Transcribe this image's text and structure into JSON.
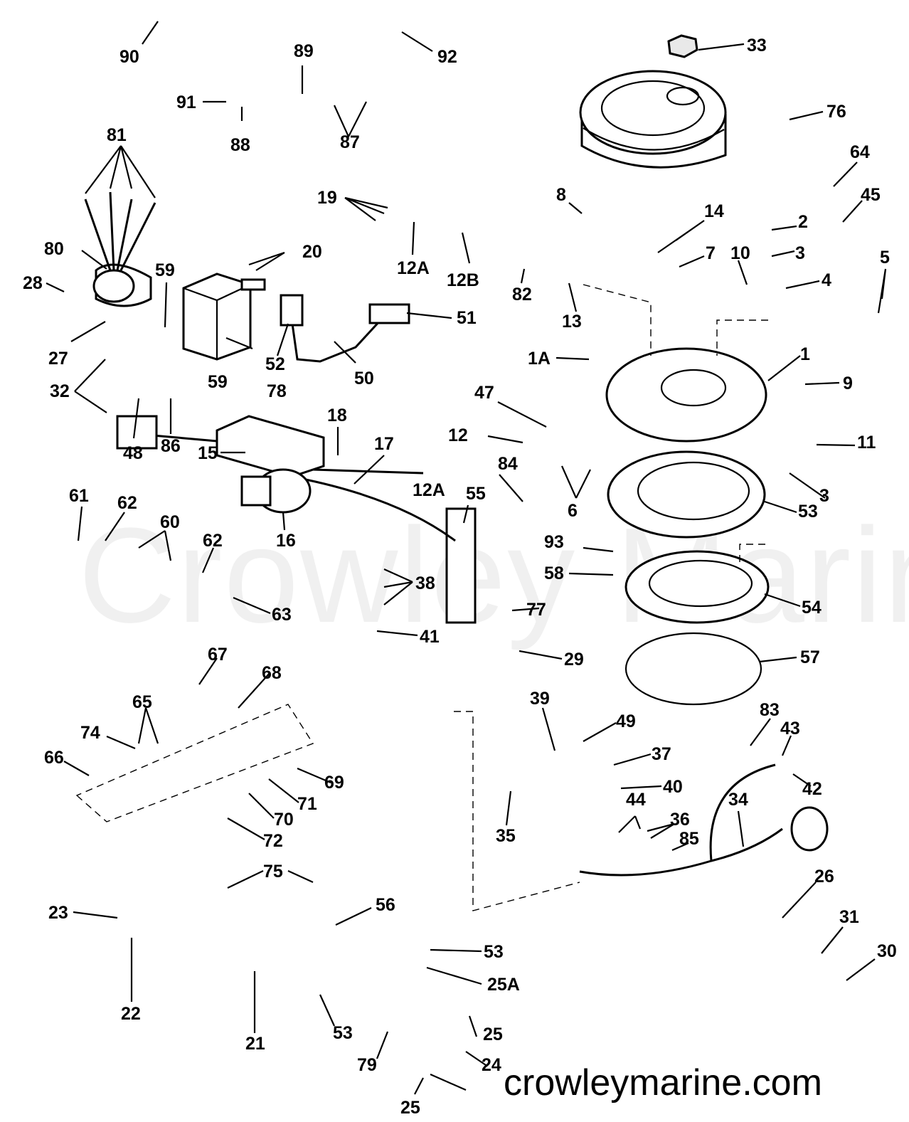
{
  "watermark": "Crowley Marine",
  "site_url": "crowleymarine.com",
  "callouts": [
    "90",
    "89",
    "92",
    "91",
    "88",
    "87",
    "33",
    "76",
    "81",
    "80",
    "28",
    "27",
    "59",
    "20",
    "78",
    "52",
    "50",
    "51",
    "19",
    "12A",
    "12B",
    "82",
    "8",
    "14",
    "64",
    "45",
    "2",
    "3",
    "13",
    "7",
    "10",
    "4",
    "5",
    "1A",
    "1",
    "9",
    "32",
    "48",
    "86",
    "18",
    "17",
    "15",
    "16",
    "47",
    "12",
    "11",
    "84",
    "6",
    "53",
    "55",
    "61",
    "62",
    "60",
    "63",
    "93",
    "58",
    "54",
    "38",
    "77",
    "41",
    "29",
    "57",
    "67",
    "68",
    "65",
    "74",
    "66",
    "69",
    "71",
    "70",
    "72",
    "39",
    "49",
    "83",
    "43",
    "37",
    "40",
    "42",
    "44",
    "36",
    "34",
    "35",
    "85",
    "75",
    "23",
    "56",
    "26",
    "31",
    "30",
    "25A",
    "22",
    "21",
    "24",
    "25",
    "79"
  ]
}
